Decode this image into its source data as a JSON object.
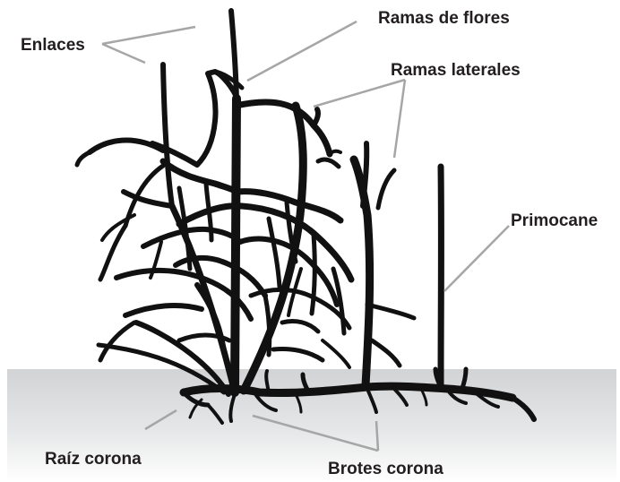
{
  "labels": {
    "enlaces": "Enlaces",
    "ramas_de_flores": "Ramas de flores",
    "ramas_laterales": "Ramas laterales",
    "primocane": "Primocane",
    "raiz_corona": "Raíz corona",
    "brotes_corona": "Brotes corona"
  },
  "colors": {
    "plant": "#111111",
    "leader_lines": "#a6a6a6",
    "ground_top": "#d2d3d5",
    "ground_bottom": "#ffffff",
    "label_text": "#231f20"
  }
}
